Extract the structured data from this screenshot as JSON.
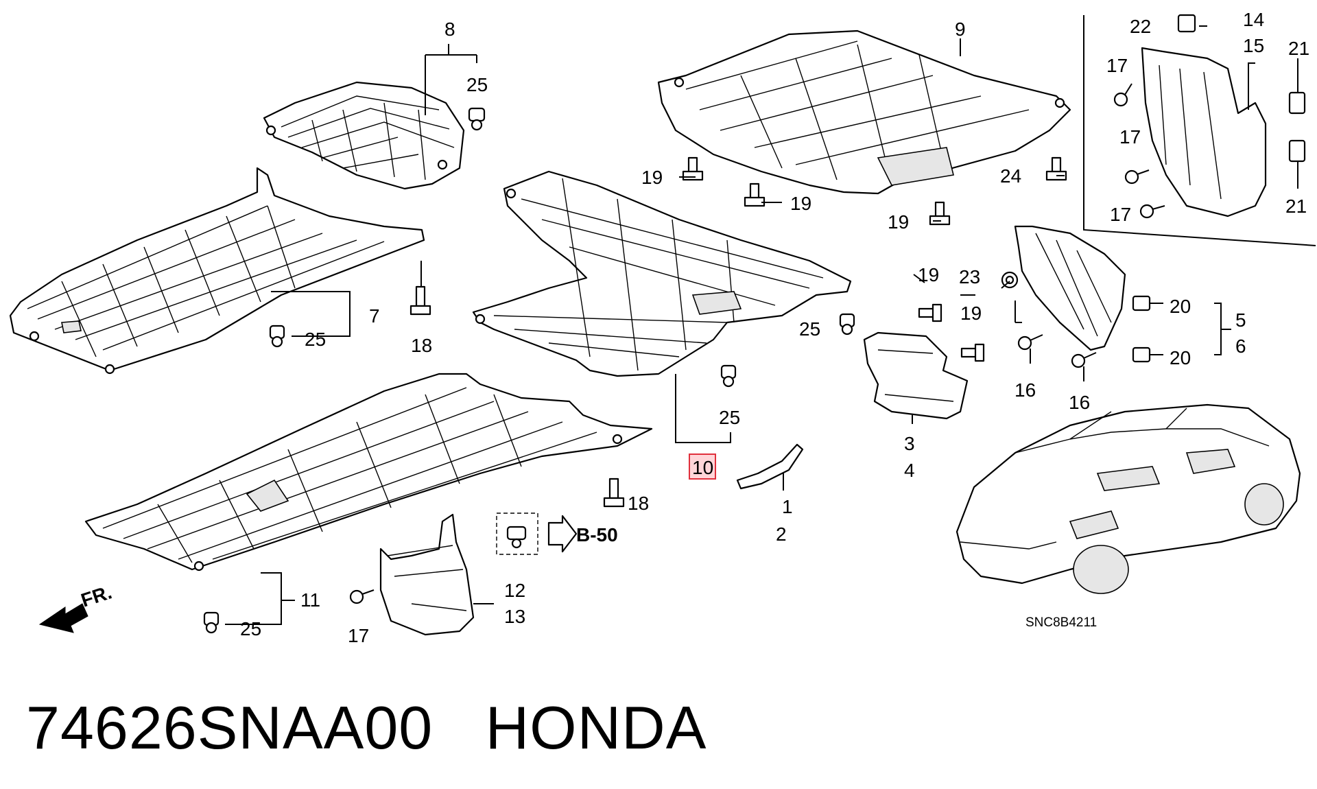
{
  "callouts": {
    "c1": "1",
    "c2": "2",
    "c3": "3",
    "c4": "4",
    "c5": "5",
    "c6": "6",
    "c7": "7",
    "c8": "8",
    "c9": "9",
    "c10": "10",
    "c11": "11",
    "c12": "12",
    "c13": "13",
    "c14": "14",
    "c15": "15",
    "c16": "16",
    "c17": "17",
    "c18": "18",
    "c19": "19",
    "c20": "20",
    "c21": "21",
    "c22": "22",
    "c23": "23",
    "c24": "24",
    "c25": "25"
  },
  "reference": "B-50",
  "direction": "FR.",
  "diagram_code": "SNC8B4211",
  "caption": {
    "part_number": "74626SNAA00",
    "brand": "HONDA"
  },
  "highlight_color": "#e0303c"
}
